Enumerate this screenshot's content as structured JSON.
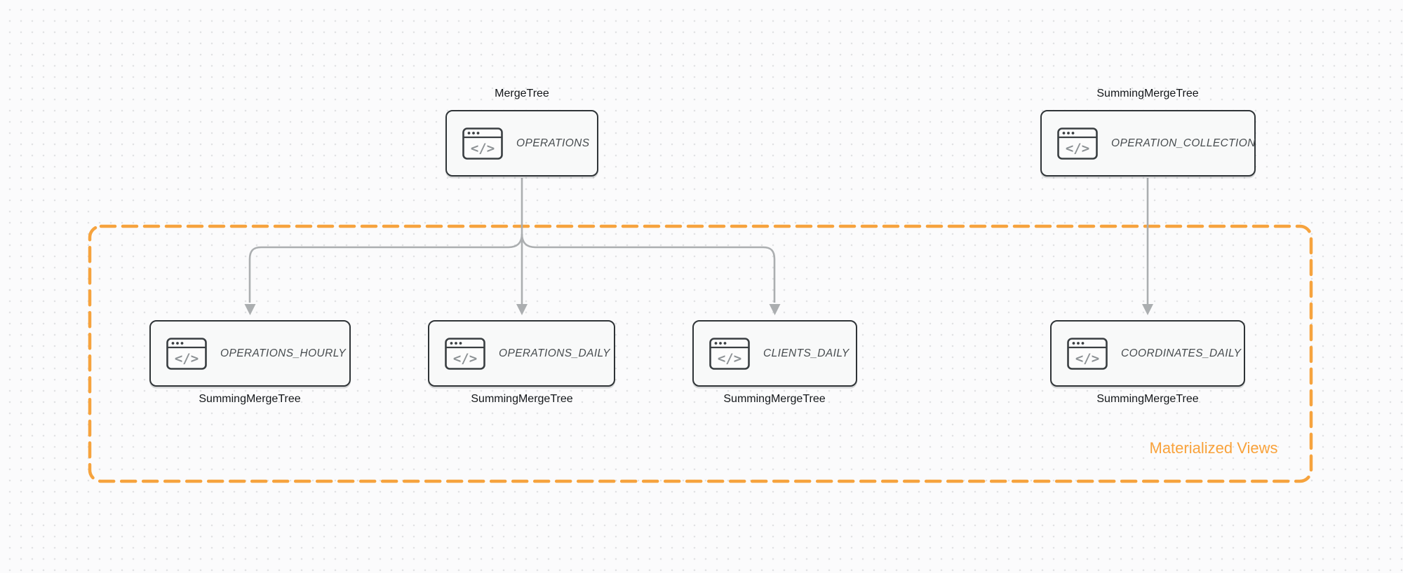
{
  "diagram": {
    "group_label": "Materialized Views",
    "accent_color": "#F6A33E",
    "node_border_color": "#2F3437",
    "node_fill_color": "#F8F9F9",
    "arrow_color": "#ABAEB0",
    "icon": {
      "name": "code-window-icon",
      "glyph": "</>"
    }
  },
  "nodes": [
    {
      "table": "OPERATIONS",
      "engine": "MergeTree",
      "engine_position": "top"
    },
    {
      "table": "OPERATION_COLLECTION",
      "engine": "SummingMergeTree",
      "engine_position": "top"
    },
    {
      "table": "OPERATIONS_HOURLY",
      "engine": "SummingMergeTree",
      "engine_position": "bottom"
    },
    {
      "table": "OPERATIONS_DAILY",
      "engine": "SummingMergeTree",
      "engine_position": "bottom"
    },
    {
      "table": "CLIENTS_DAILY",
      "engine": "SummingMergeTree",
      "engine_position": "bottom"
    },
    {
      "table": "COORDINATES_DAILY",
      "engine": "SummingMergeTree",
      "engine_position": "bottom"
    }
  ]
}
